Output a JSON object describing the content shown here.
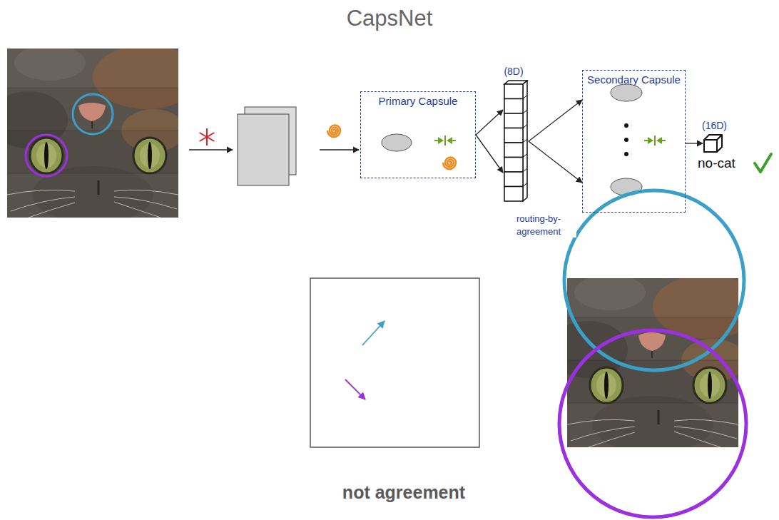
{
  "diagram": {
    "title": "CapsNet",
    "nodes": [
      {
        "text": [
          "Primary Capsule"
        ]
      },
      {
        "text": [
          "(8D)"
        ]
      },
      {
        "text": [
          "Secondary Capsule"
        ]
      },
      {
        "text": [
          "(16D)",
          "no-cat"
        ]
      }
    ],
    "edges": [
      {
        "from": 0,
        "to": 1,
        "arrow": "to"
      },
      {
        "from": 1,
        "to": 2,
        "arrow": "to"
      },
      {
        "from": 2,
        "to": 3,
        "arrow": "to"
      }
    ],
    "labels": [
      "routing-by-agreement",
      "not agreement"
    ]
  }
}
